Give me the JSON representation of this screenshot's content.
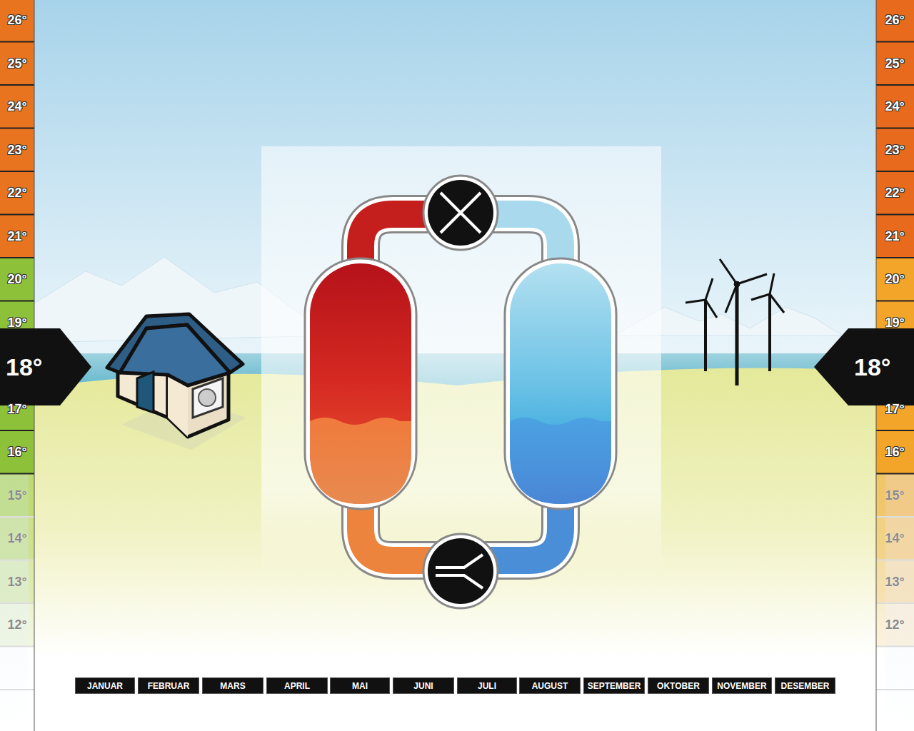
{
  "diagram": {
    "nodes": [
      {
        "text": [
          "18°"
        ]
      },
      {
        "text": [
          "18°"
        ]
      },
      {
        "text": [
          "JANUAR"
        ]
      },
      {
        "text": [
          "FEBRUAR"
        ]
      },
      {
        "text": [
          "MARS"
        ]
      },
      {
        "text": [
          "APRIL"
        ]
      },
      {
        "text": [
          "MAI"
        ]
      },
      {
        "text": [
          "JUNI"
        ]
      },
      {
        "text": [
          "JULI"
        ]
      },
      {
        "text": [
          "AUGUST"
        ]
      },
      {
        "text": [
          "SEPTEMBER"
        ]
      },
      {
        "text": [
          "OKTOBER"
        ]
      },
      {
        "text": [
          "NOVEMBER"
        ]
      },
      {
        "text": [
          "DESEMBER"
        ]
      }
    ],
    "labels": [
      "26°",
      "25°",
      "24°",
      "23°",
      "22°",
      "21°",
      "20°",
      "19°",
      "17°",
      "16°",
      "15°",
      "14°",
      "13°",
      "12°",
      "26°",
      "25°",
      "24°",
      "23°",
      "22°",
      "21°",
      "20°",
      "19°",
      "17°",
      "16°",
      "15°",
      "14°",
      "13°",
      "12°"
    ]
  }
}
